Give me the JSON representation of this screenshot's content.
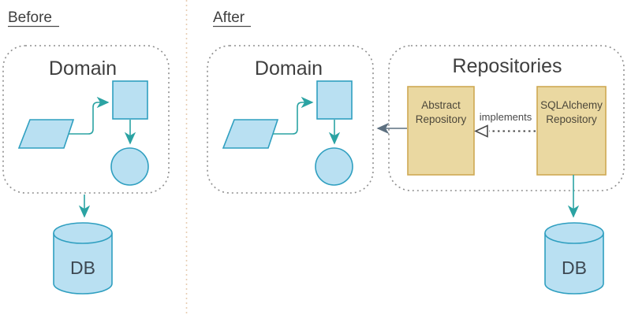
{
  "before": {
    "section_label": "Before",
    "domain_label": "Domain",
    "db_label": "DB"
  },
  "after": {
    "section_label": "After",
    "domain_label": "Domain",
    "db_label": "DB",
    "repositories": {
      "title": "Repositories",
      "abstract_line1": "Abstract",
      "abstract_line2": "Repository",
      "sqlalchemy_line1": "SQLAlchemy",
      "sqlalchemy_line2": "Repository",
      "implements_label": "implements"
    }
  },
  "colors": {
    "shape_fill": "#b9e0f2",
    "shape_stroke": "#2f9fc0",
    "teal_arrow": "#2ba3a3",
    "repo_box_fill": "#ead8a1",
    "repo_box_stroke": "#cfa953",
    "dashed_container_border": "#8e8e8e",
    "implements_arrow": "#4a4a4a",
    "abstract_to_domain_arrow": "#5d7080",
    "divider": "#e7cdb3",
    "label_text": "#3f3f3f",
    "db_text": "#3d4852"
  }
}
